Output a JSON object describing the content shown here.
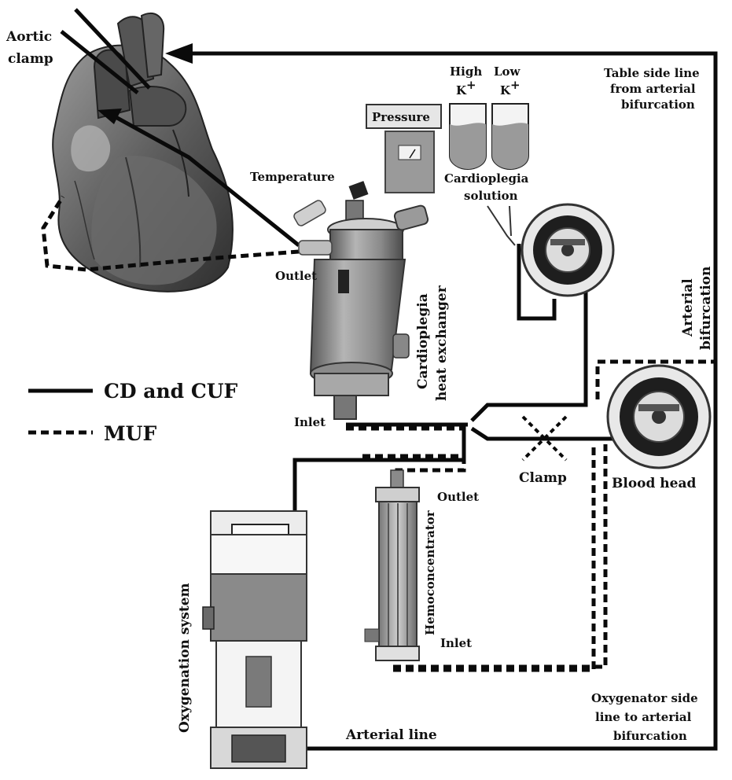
{
  "labels": {
    "aortic_clamp_line1": "Aortic",
    "aortic_clamp_line2": "clamp",
    "table_side_line1": "Table side line",
    "table_side_line2": "from arterial",
    "table_side_line3": "bifurcation",
    "high_k_line1": "High",
    "high_k_line2": "K",
    "low_k_line1": "Low",
    "low_k_line2": "K",
    "k_superscript": "+",
    "pressure": "Pressure",
    "temperature": "Temperature",
    "cardioplegia_solution_line1": "Cardioplegia",
    "cardioplegia_solution_line2": "solution",
    "heat_exchanger_outlet": "Outlet",
    "heat_exchanger_inlet": "Inlet",
    "heat_exchanger_line1": "Cardioplegia",
    "heat_exchanger_line2": "heat exchanger",
    "arterial_bifurcation_line1": "Arterial",
    "arterial_bifurcation_line2": "bifurcation",
    "clamp": "Clamp",
    "blood_head": "Blood head",
    "hemoconcentrator": "Hemoconcentrator",
    "hemoconcentrator_outlet": "Outlet",
    "hemoconcentrator_inlet": "Inlet",
    "oxygenation_system": "Oxygenation system",
    "arterial_line": "Arterial line",
    "oxygenator_side_line1": "Oxygenator side",
    "oxygenator_side_line2": "line to arterial",
    "oxygenator_side_line3": "bifurcation"
  },
  "legend": {
    "solid_label": "CD and CUF",
    "dashed_label": "MUF"
  },
  "colors": {
    "line": "#0a0a0a",
    "heart_dark": "#3c3c3c",
    "heart_mid": "#7a7a7a",
    "device_body": "#8c8c8c",
    "fluid": "#6e6e6e",
    "background": "#ffffff"
  }
}
